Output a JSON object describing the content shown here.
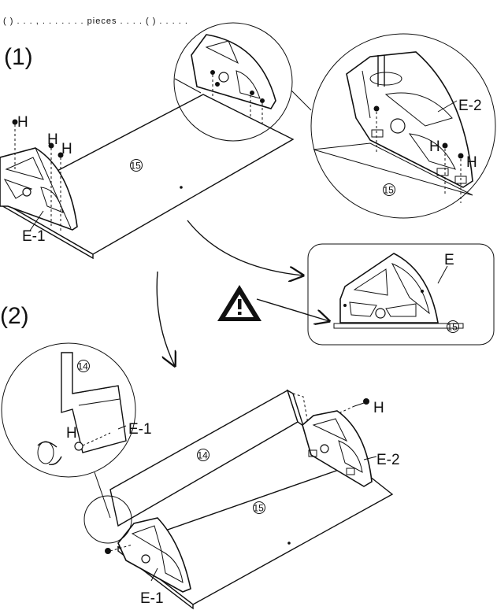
{
  "header_fragment": "( )   .   .   .   ,   .   .   .   .   .   .   .   pieces   .   .   .   .   ( )   .   .   .   .   .",
  "steps": {
    "step1": "(1)",
    "step2": "(2)"
  },
  "part_numbers": {
    "bottom_panel": "15",
    "back_panel": "14"
  },
  "labels": {
    "screw": "H",
    "bracket_left": "E-1",
    "bracket_right": "E-2",
    "bracket_generic": "E"
  },
  "warning_icon": "warning-triangle-icon",
  "colors": {
    "ink": "#111111",
    "paper": "#ffffff"
  }
}
